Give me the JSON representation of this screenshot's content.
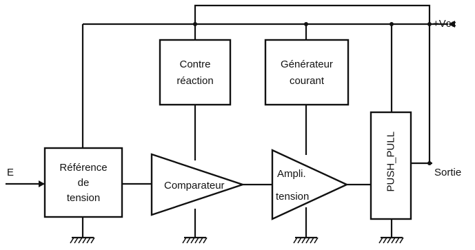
{
  "diagram": {
    "supply_label": "+Vcc",
    "input_label": "E",
    "output_label": "Sortie",
    "blocks": {
      "reference": {
        "line1": "Référence",
        "line2": "de",
        "line3": "tension"
      },
      "contre_reaction": {
        "line1": "Contre",
        "line2": "réaction"
      },
      "generateur": {
        "line1": "Générateur",
        "line2": "courant"
      },
      "comparateur": {
        "label": "Comparateur"
      },
      "ampli": {
        "line1": "Ampli.",
        "line2": "tension"
      },
      "push_pull": {
        "label": "PUSH_PULL"
      }
    }
  }
}
